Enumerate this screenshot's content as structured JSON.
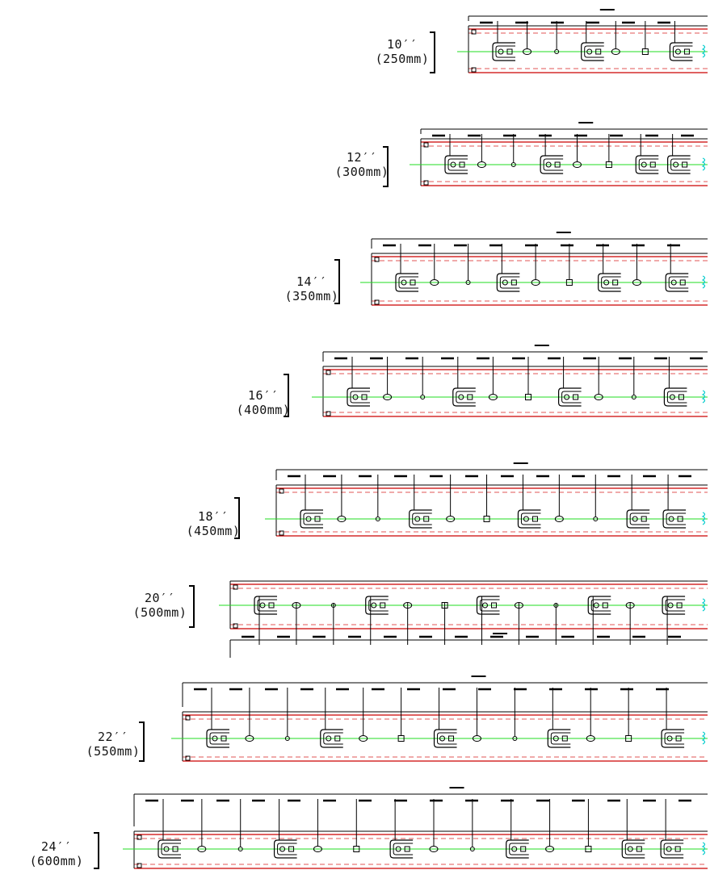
{
  "colors": {
    "line": "#000000",
    "centerline": "#22dd22",
    "red_line": "#cc0000",
    "red_dash": "#e05555",
    "cyan": "#00cccc"
  },
  "slides": [
    {
      "id": "10in",
      "inch": "10′′",
      "mm": "(250mm)"
    },
    {
      "id": "12in",
      "inch": "12′′",
      "mm": "(300mm)"
    },
    {
      "id": "14in",
      "inch": "14′′",
      "mm": "(350mm)"
    },
    {
      "id": "16in",
      "inch": "16′′",
      "mm": "(400mm)"
    },
    {
      "id": "18in",
      "inch": "18′′",
      "mm": "(450mm)"
    },
    {
      "id": "20in",
      "inch": "20′′",
      "mm": "(500mm)"
    },
    {
      "id": "22in",
      "inch": "22′′",
      "mm": "(550mm)"
    },
    {
      "id": "24in",
      "inch": "24′′",
      "mm": "(600mm)"
    }
  ]
}
